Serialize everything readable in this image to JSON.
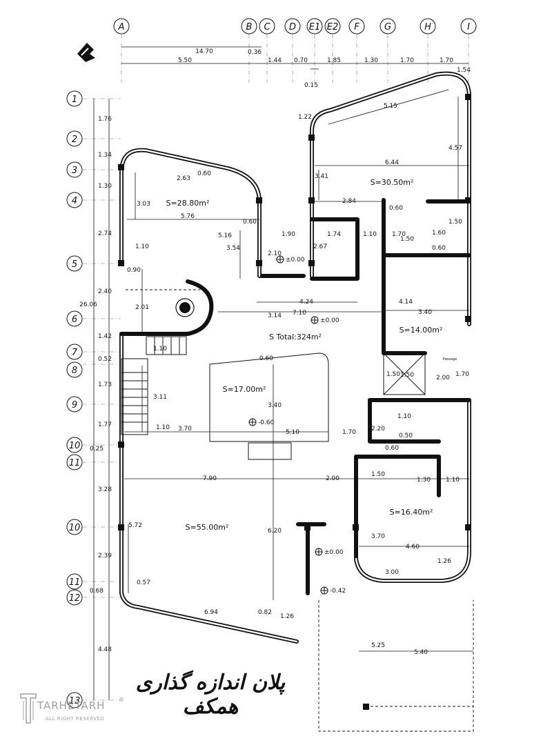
{
  "drawing": {
    "title_fa": "پلان اندازه گذاری همکف",
    "north_symbol": "north-arrow-icon",
    "total_area": "S Total:324m²",
    "grid_columns": [
      "A",
      "B",
      "C",
      "D",
      "E1",
      "E2",
      "F",
      "G",
      "H",
      "I"
    ],
    "grid_rows": [
      "1",
      "2",
      "3",
      "4",
      "5",
      "6",
      "7",
      "8",
      "9",
      "10",
      "11",
      "10",
      "11",
      "12",
      "13"
    ],
    "rooms": [
      {
        "area": "S=28.80m²"
      },
      {
        "area": "S=30.50m²"
      },
      {
        "area": "S=14.00m²"
      },
      {
        "area": "S=17.00m²"
      },
      {
        "area": "S=55.00m²"
      },
      {
        "area": "S=16.40m²"
      }
    ],
    "levels": [
      "±0.00",
      "±0.00",
      "-0.60",
      "±0.00",
      "-0.42"
    ],
    "top_dims_row1": [
      "14.70",
      "0.36"
    ],
    "top_dims_row2": [
      "5.50",
      "1.44",
      "0.70",
      "1.85",
      "1.30",
      "1.70",
      "1.70",
      "1.54"
    ],
    "top_dims_extra": [
      "0.15"
    ],
    "left_total": "26.06",
    "left_dims": [
      "1.76",
      "1.34",
      "1.30",
      "2.74",
      "2.40",
      "1.42",
      "0.52",
      "1.73",
      "1.77",
      "0.25",
      "3.28",
      "2.39",
      "0.68",
      "4.48"
    ],
    "inner_dims": [
      "5.15",
      "1.22",
      "4.57",
      "6.44",
      "3.41",
      "0.60",
      "2.63",
      "3.03",
      "5.76",
      "0.60",
      "2.84",
      "0.60",
      "1.50",
      "5.16",
      "3.54",
      "1.90",
      "1.74",
      "1.10",
      "1.70",
      "1.60",
      "1.50",
      "0.60",
      "2.10",
      "2.67",
      "1.10",
      "0.90",
      "4.24",
      "4.14",
      "3.40",
      "2.01",
      "7.10",
      "3.14",
      "1.10",
      "0.60",
      "3.11",
      "3.40",
      "1.50",
      "1.50",
      "2.00",
      "1.70",
      "1.10",
      "3.70",
      "5.10",
      "1.70",
      "2.20",
      "0.50",
      "1.10",
      "0.60",
      "7.90",
      "2.00",
      "1.50",
      "1.30",
      "1.10",
      "5.72",
      "6.20",
      "3.70",
      "4.60",
      "1.26",
      "3.00",
      "0.57",
      "6.94",
      "0.82",
      "1.26",
      "5.25",
      "5.40"
    ],
    "door_tag": "Passage"
  },
  "logo": {
    "name": "TARHETARH",
    "tagline": "ALL RIGHT RESERVED",
    "mark": "®"
  }
}
